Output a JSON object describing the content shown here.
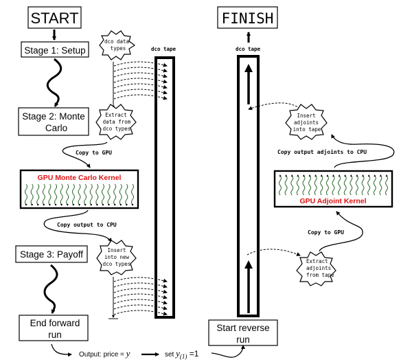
{
  "forward": {
    "start_label": "START",
    "stage1_label": "Stage 1: Setup",
    "stage2_label_line1": "Stage 2: Monte",
    "stage2_label_line2": "Carlo",
    "stage3_label": "Stage 3: Payoff",
    "end_label_line1": "End forward",
    "end_label_line2": "run",
    "cloud_dco_types": [
      "dco data",
      "types"
    ],
    "cloud_extract": [
      "Extract",
      "data from",
      "dco types"
    ],
    "cloud_insert_new": [
      "Insert",
      "into new",
      "dco types"
    ],
    "copy_to_gpu": "Copy to GPU",
    "copy_output_to_cpu": "Copy output to CPU",
    "kernel_label": "GPU Monte Carlo Kernel",
    "tape_label": "dco tape"
  },
  "reverse": {
    "finish_label": "FINISH",
    "start_reverse_line1": "Start reverse",
    "start_reverse_line2": "run",
    "tape_label": "dco tape",
    "cloud_insert_adjoints": [
      "Insert",
      "adjoints",
      "into tape"
    ],
    "cloud_extract_adjoints": [
      "Extract",
      "adjoints",
      "from tape"
    ],
    "copy_output_adjoints": "Copy output adjoints to CPU",
    "copy_to_gpu": "Copy to GPU",
    "kernel_label": "GPU Adjoint Kernel"
  },
  "bottom": {
    "output_text": "Output: price = ",
    "output_var": "y",
    "set_text": "set ",
    "set_var": "y",
    "set_subscript": "(1)",
    "set_value": " =1"
  },
  "colors": {
    "kernel_text": "#dd1111",
    "thread_wiggle": "#2e6b2e",
    "line": "#000000"
  }
}
